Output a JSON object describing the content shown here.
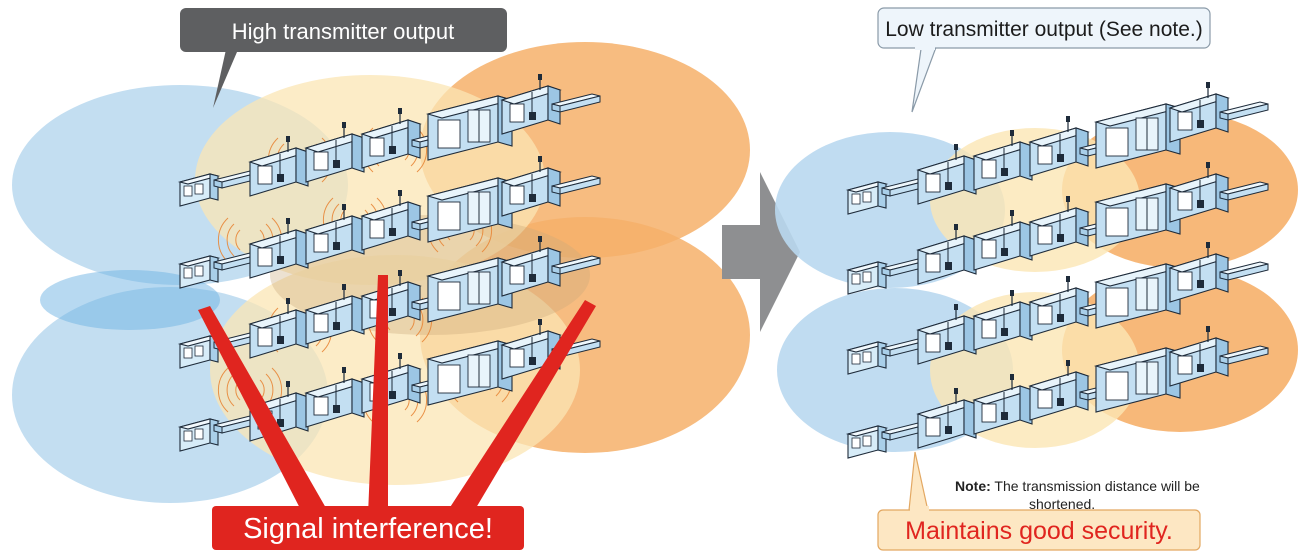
{
  "left_panel": {
    "callout_label": "High transmitter output",
    "warning_label": "Signal interference!"
  },
  "right_panel": {
    "callout_label": "Low transmitter output (See note.)",
    "result_label": "Maintains good security.",
    "note_prefix": "Note:",
    "note_line1": "The transmission distance will be",
    "note_line2": "shortened."
  },
  "colors": {
    "blue_zone": "#b9d8ef",
    "orange_zone": "#f6b06a",
    "yellow_zone": "#fbe6b4",
    "machine_fill": "#d7ecf8",
    "machine_stroke": "#1e2b3a",
    "dark_callout": "#5e5f61",
    "light_callout_bg": "#eef5fb",
    "warning_red": "#e0251f",
    "result_bg": "#fde7c3",
    "result_text": "#e0251f",
    "arrow_gray": "#8e8f91",
    "wave_orange": "#e8883a"
  }
}
